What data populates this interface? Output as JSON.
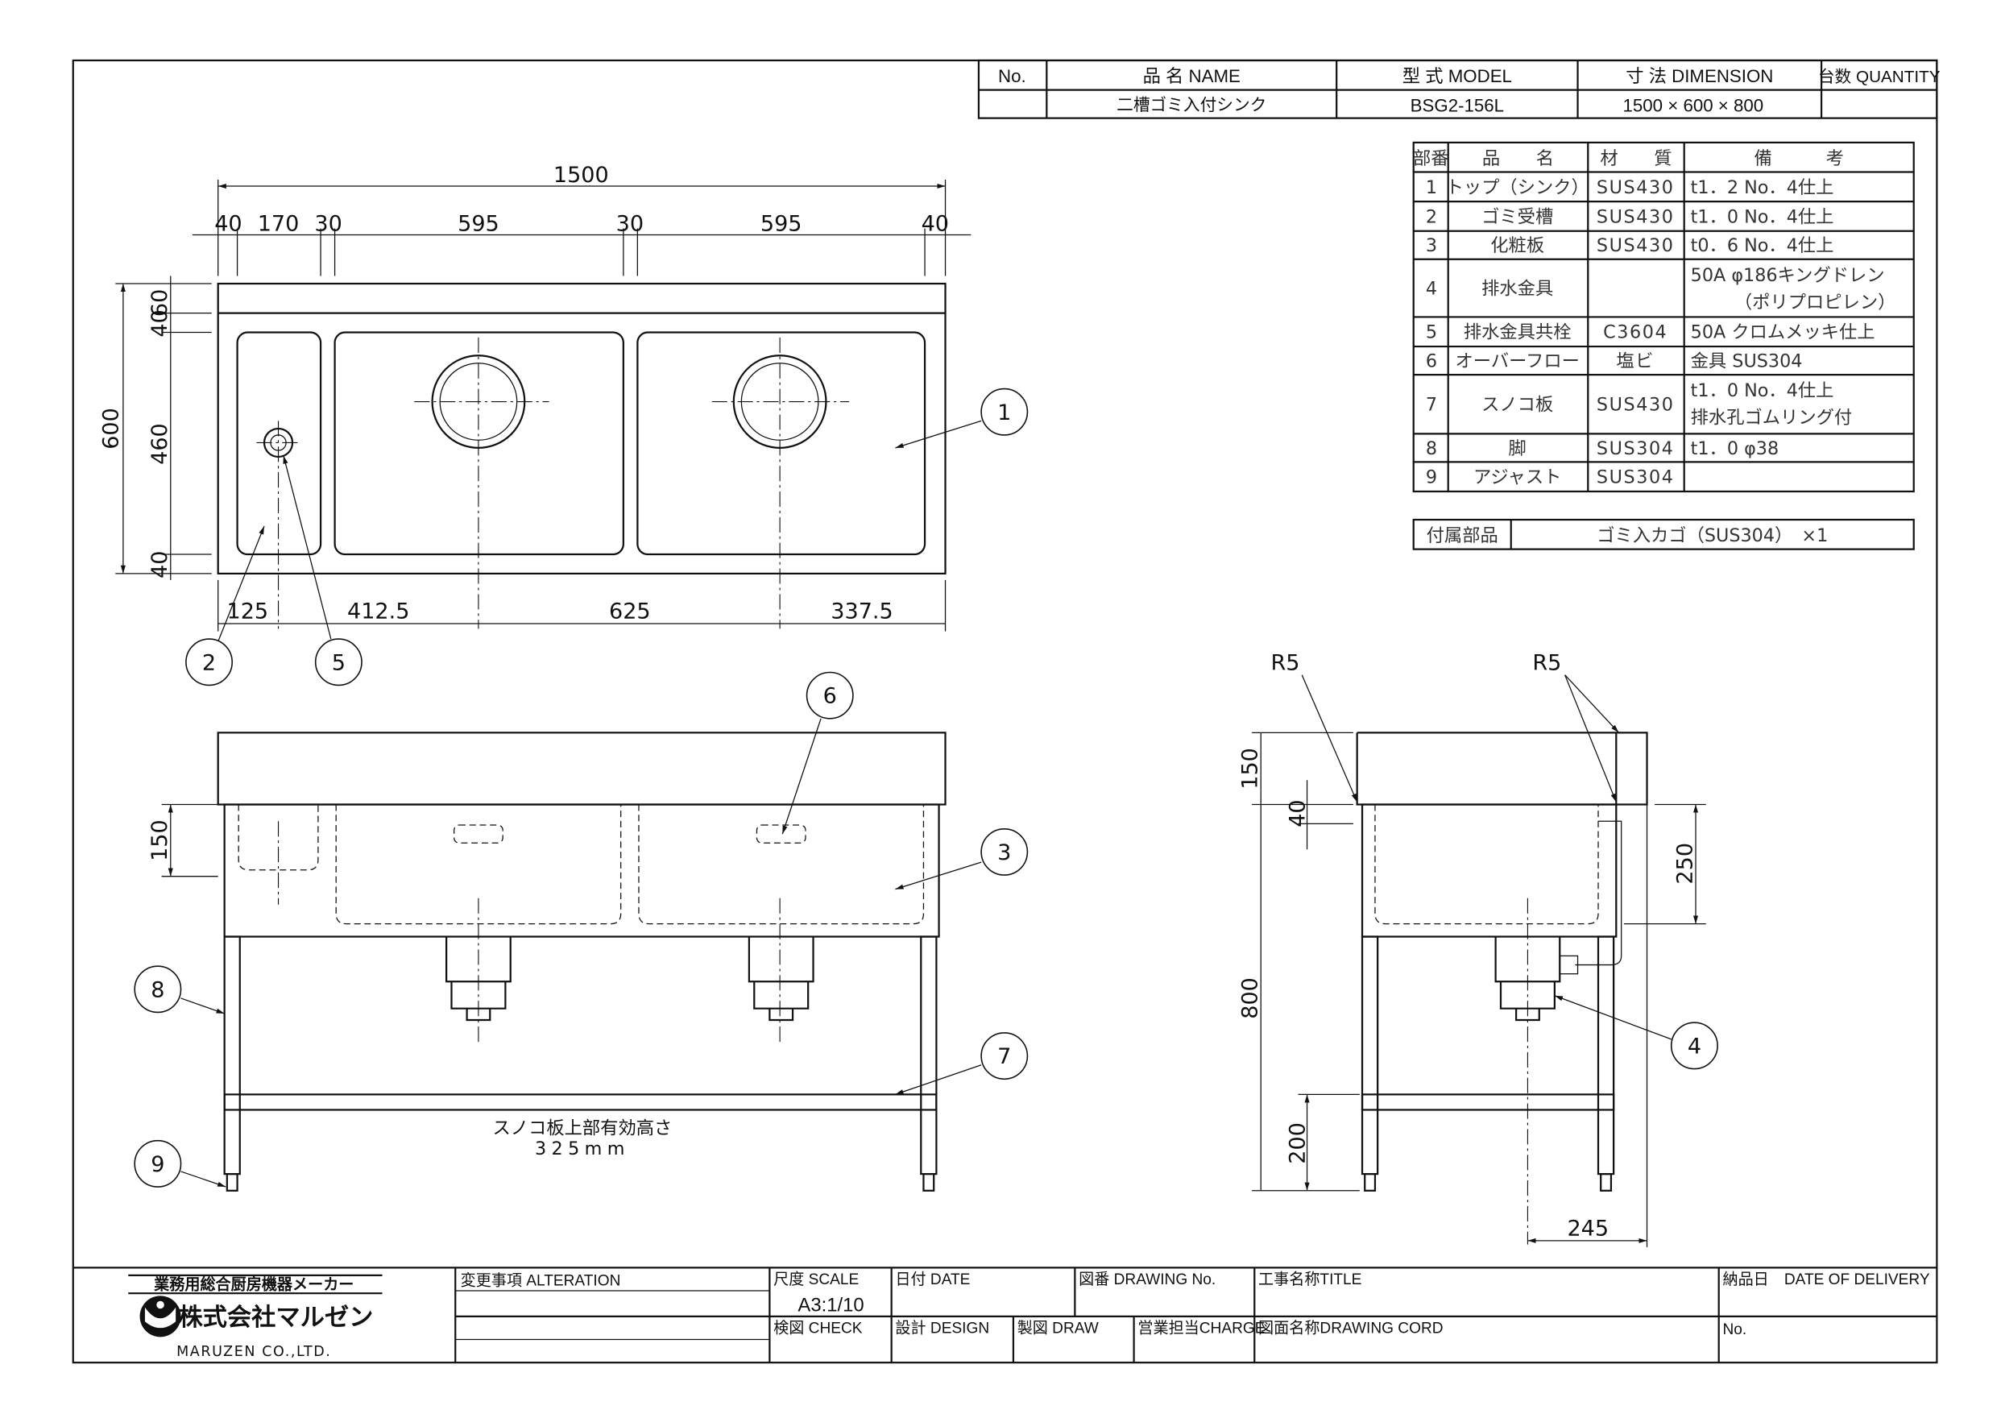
{
  "header": {
    "columns": [
      "No.",
      "品 名 NAME",
      "型 式 MODEL",
      "寸 法 DIMENSION",
      "台数 QUANTITY"
    ],
    "row": {
      "no": "",
      "name": "二槽ゴミ入付シンク",
      "model": "BSG2-156L",
      "dimension": "1500 × 600 × 800",
      "quantity": ""
    }
  },
  "parts": {
    "columns": [
      "部番",
      "品　　名",
      "材　　質",
      "備　　　考"
    ],
    "rows": [
      {
        "no": "1",
        "name": "トップ（シンク）",
        "material": "SUS430",
        "note": [
          "t1．2 No．4仕上"
        ]
      },
      {
        "no": "2",
        "name": "ゴミ受槽",
        "material": "SUS430",
        "note": [
          "t1．0 No．4仕上"
        ]
      },
      {
        "no": "3",
        "name": "化粧板",
        "material": "SUS430",
        "note": [
          "t0．6 No．4仕上"
        ]
      },
      {
        "no": "4",
        "name": "排水金具",
        "material": "",
        "note": [
          "50A φ186キングドレン",
          "（ポリプロピレン）"
        ]
      },
      {
        "no": "5",
        "name": "排水金具共栓",
        "material": "C3604",
        "note": [
          "50A クロムメッキ仕上"
        ]
      },
      {
        "no": "6",
        "name": "オーバーフロー",
        "material": "塩ビ",
        "note": [
          "金具 SUS304"
        ]
      },
      {
        "no": "7",
        "name": "スノコ板",
        "material": "SUS430",
        "note": [
          "t1．0 No．4仕上",
          "排水孔ゴムリング付"
        ]
      },
      {
        "no": "8",
        "name": "脚",
        "material": "SUS304",
        "note": [
          "t1．0 φ38"
        ]
      },
      {
        "no": "9",
        "name": "アジャスト",
        "material": "SUS304",
        "note": [
          ""
        ]
      }
    ]
  },
  "accessory": {
    "label": "付属部品",
    "value": "ゴミ入カゴ（SUS304）　×1"
  },
  "plan_view": {
    "overall_width": "1500",
    "segments": [
      "40",
      "170",
      "30",
      "595",
      "30",
      "595",
      "40"
    ],
    "overall_depth": "600",
    "depth_segments": [
      "60",
      "40",
      "460",
      "40"
    ],
    "bottom_segments": [
      "125",
      "412.5",
      "625",
      "337.5"
    ]
  },
  "front_view": {
    "height_150": "150",
    "note_line1": "スノコ板上部有効高さ",
    "note_line2": "325mm"
  },
  "side_view": {
    "r1": "R5",
    "r2": "R5",
    "d150": "150",
    "d40": "40",
    "d800": "800",
    "d200": "200",
    "d250": "250",
    "d245": "245"
  },
  "balloons": [
    "1",
    "2",
    "3",
    "4",
    "5",
    "6",
    "7",
    "8",
    "9"
  ],
  "title_block": {
    "company_tagline": "業務用総合厨房機器メーカー",
    "company_name": "株式会社マルゼン",
    "company_en": "MARUZEN CO.,LTD.",
    "alteration": "変更事項 ALTERATION",
    "scale_label": "尺度 SCALE",
    "scale_value": "A3:1/10",
    "date": "日付 DATE",
    "drawing_no": "図番 DRAWING No.",
    "title": "工事名称TITLE",
    "delivery": "納品日　DATE OF DELIVERY",
    "check": "検図 CHECK",
    "design": "設計 DESIGN",
    "draw": "製図 DRAW",
    "charge": "営業担当CHARGE",
    "drawing_cord": "図面名称DRAWING CORD",
    "no": "No."
  }
}
